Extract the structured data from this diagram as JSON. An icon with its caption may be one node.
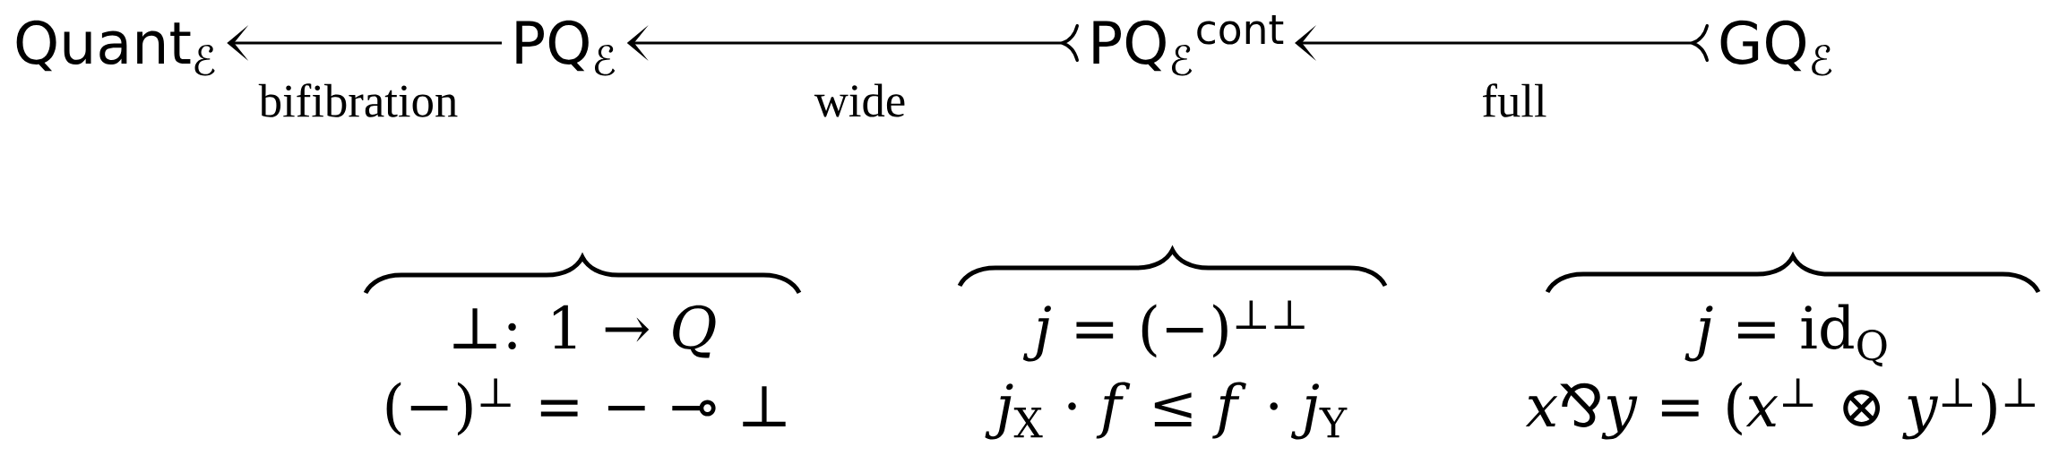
{
  "diagram": {
    "nodes": [
      {
        "text": [
          "Quant$_{ℰ}$"
        ]
      },
      {
        "text": [
          "PQ$_{ℰ}$"
        ]
      },
      {
        "text": [
          "PQ$_{ℰ}$$^{cont}$"
        ]
      },
      {
        "text": [
          "GQ$_{ℰ}$"
        ]
      }
    ],
    "edges": [
      {
        "from": 1,
        "to": 0,
        "arrow": "to",
        "label": "bifibration"
      },
      {
        "from": 2,
        "to": 1,
        "arrow": "to",
        "label": "wide"
      },
      {
        "from": 3,
        "to": 2,
        "arrow": "to",
        "label": "full"
      }
    ],
    "labels": [
      "⊥: 1 → *Q*",
      "(−)$^{⊥}$ = − ⊸ ⊥",
      "*j* = (−)$^{⊥⊥}$",
      "*j*$_{X}$ · *f* ≤ *f* · *j*$_{Y}$",
      "*j* = id$_{Q}$",
      "*x*⅋*y* = (*x*$^{⊥}$ ⊗ *y*$^{⊥}$)$^{⊥}$"
    ]
  }
}
